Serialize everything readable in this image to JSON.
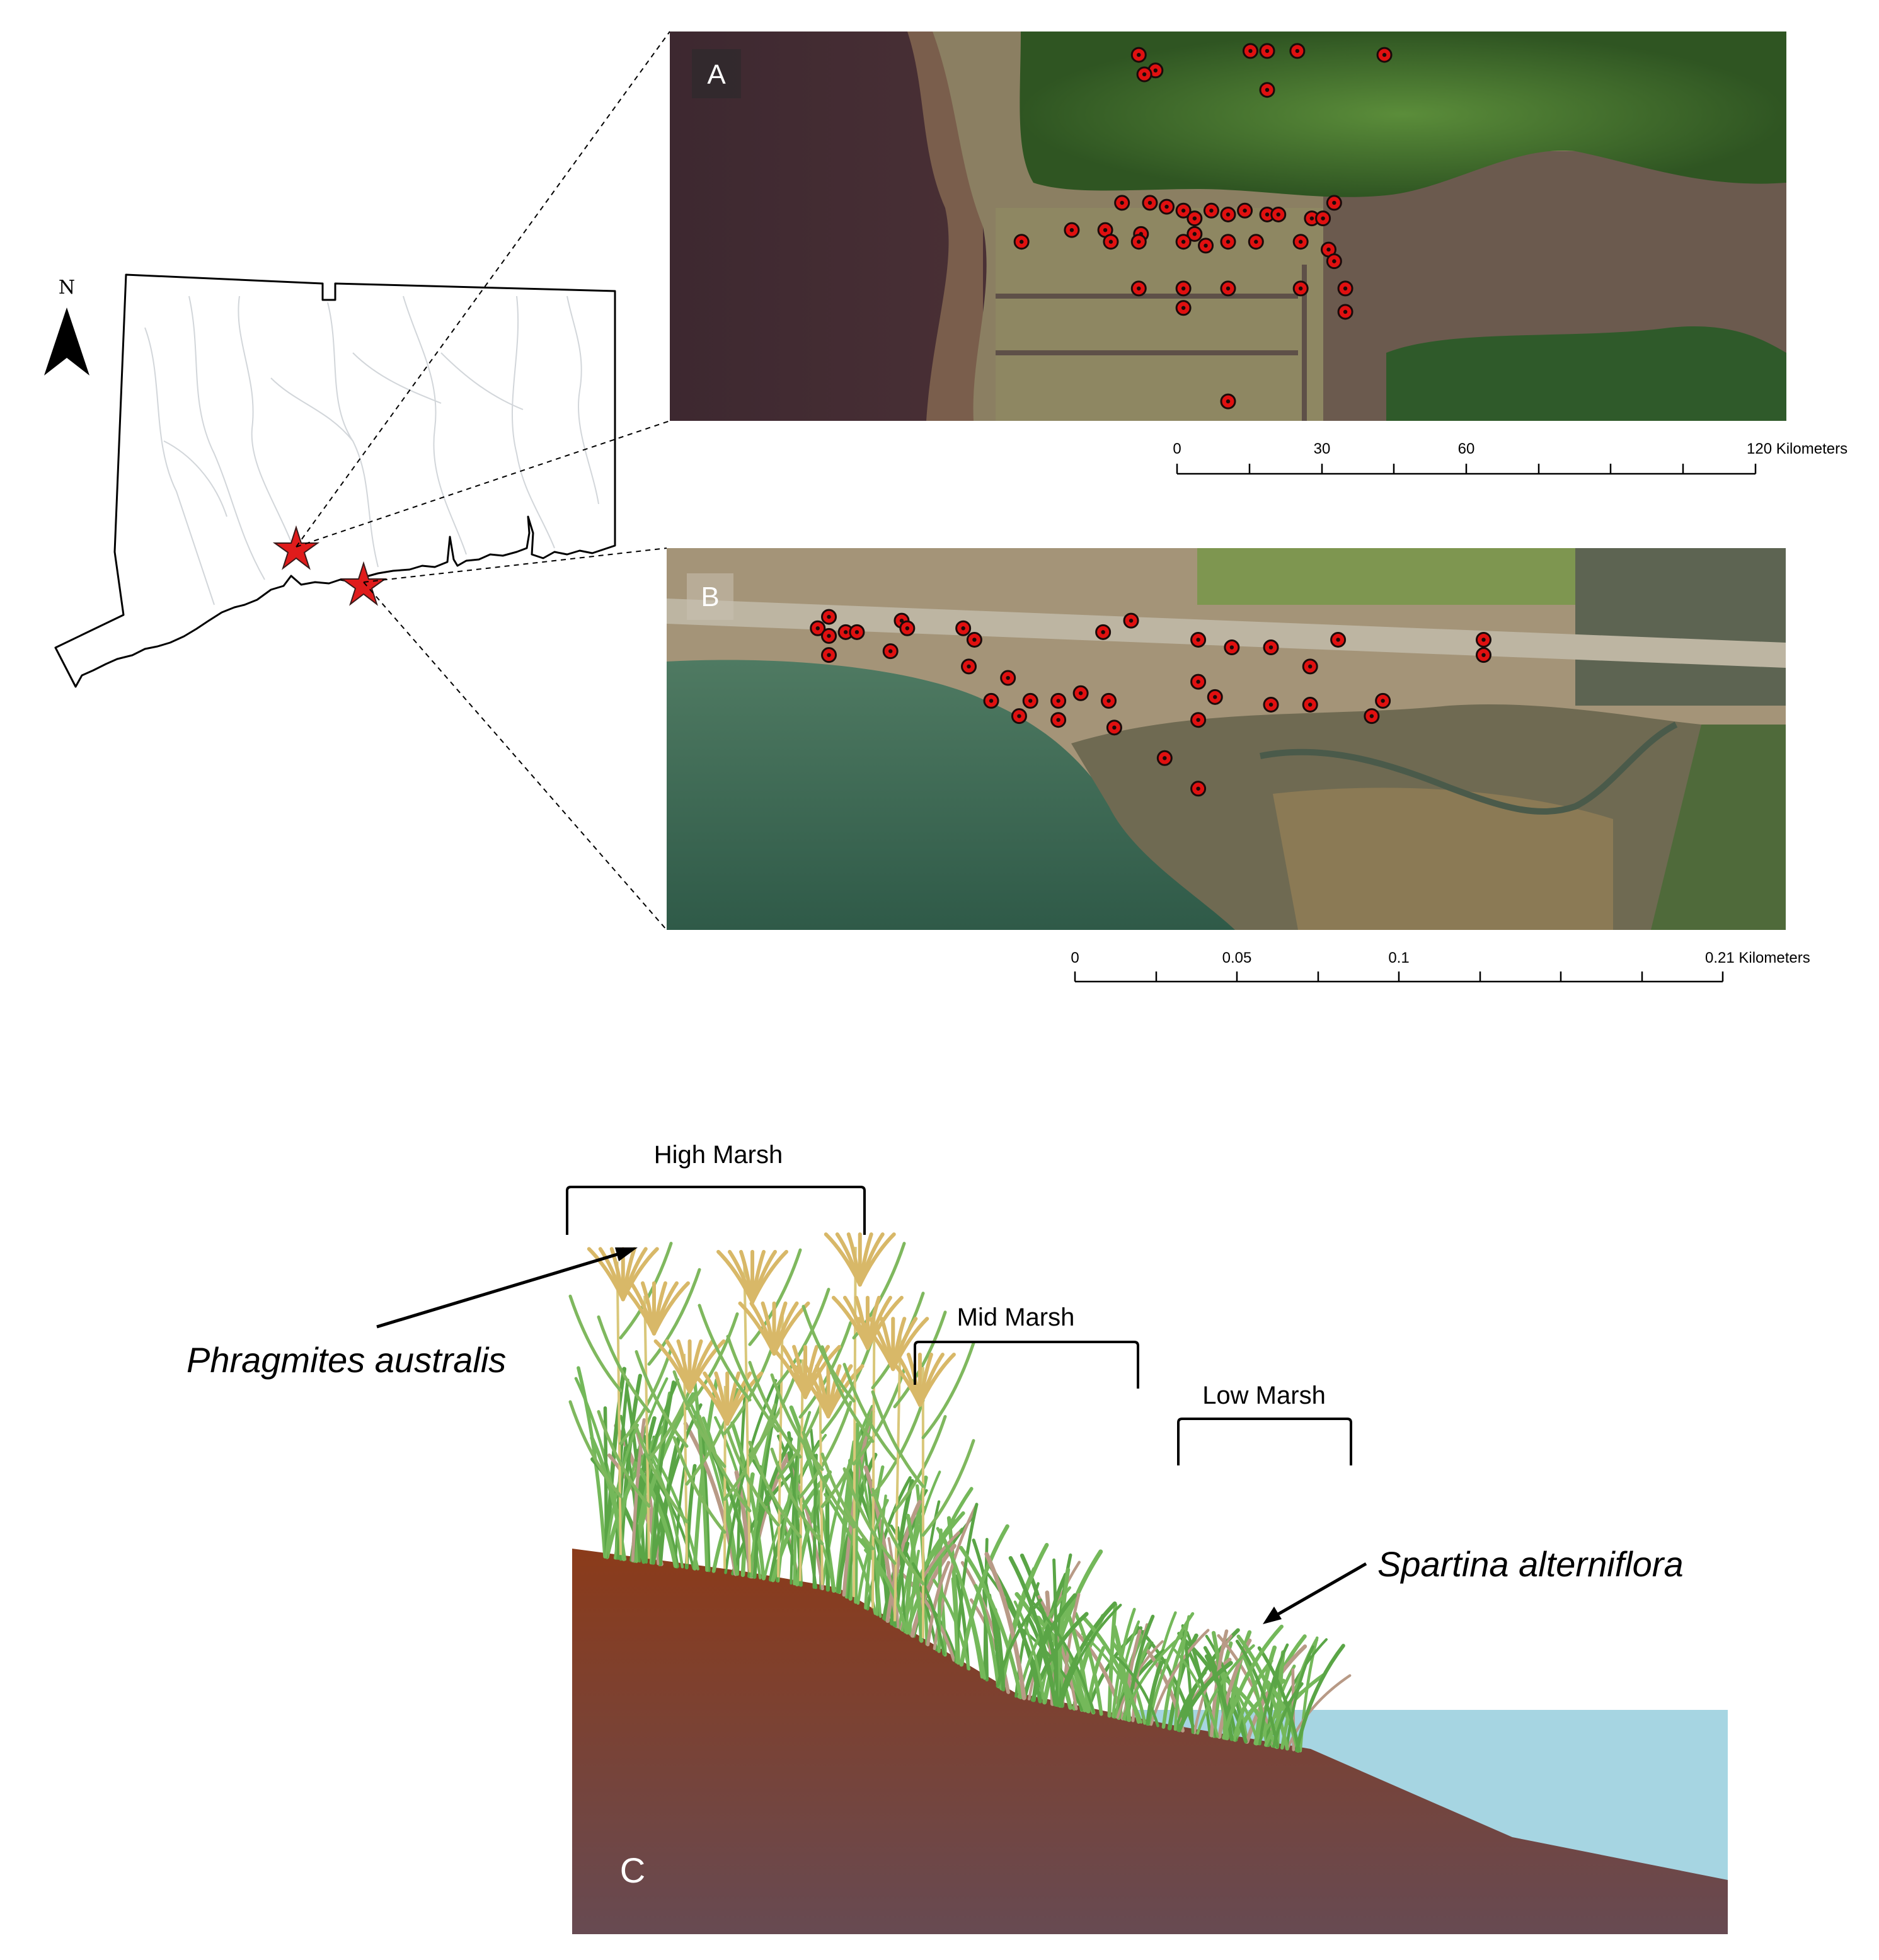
{
  "north_label": "N",
  "panels": {
    "a": {
      "label": "A"
    },
    "b": {
      "label": "B"
    },
    "c": {
      "label": "C"
    }
  },
  "scalebar_a": {
    "ticks": [
      "0",
      "30",
      "60",
      "120 Kilometers"
    ]
  },
  "scalebar_b": {
    "ticks": [
      "0",
      "0.05",
      "0.1",
      "0.21 Kilometers"
    ]
  },
  "zones": {
    "high": "High Marsh",
    "mid": "Mid Marsh",
    "low": "Low Marsh"
  },
  "species": {
    "phragmites": "Phragmites australis",
    "spartina": "Spartina alterniflora"
  },
  "colors": {
    "star": "#e01b1b",
    "point": "#e01010",
    "water_deep": "#4a2d34",
    "marsh": "#8a7f62",
    "forest": "#3f6b2a",
    "sound": "#3d6a55",
    "soil_top": "#8b3b1a",
    "soil_bottom": "#674a52",
    "tide_water": "#a6d5e2"
  },
  "site_points": {
    "a": [
      [
        0.42,
        0.06
      ],
      [
        0.52,
        0.05
      ],
      [
        0.535,
        0.05
      ],
      [
        0.562,
        0.05
      ],
      [
        0.64,
        0.06
      ],
      [
        0.435,
        0.1
      ],
      [
        0.425,
        0.11
      ],
      [
        0.535,
        0.15
      ],
      [
        0.36,
        0.51
      ],
      [
        0.39,
        0.51
      ],
      [
        0.405,
        0.44
      ],
      [
        0.422,
        0.52
      ],
      [
        0.43,
        0.44
      ],
      [
        0.445,
        0.45
      ],
      [
        0.46,
        0.46
      ],
      [
        0.47,
        0.48
      ],
      [
        0.485,
        0.46
      ],
      [
        0.5,
        0.47
      ],
      [
        0.515,
        0.46
      ],
      [
        0.535,
        0.47
      ],
      [
        0.545,
        0.47
      ],
      [
        0.575,
        0.48
      ],
      [
        0.585,
        0.48
      ],
      [
        0.595,
        0.44
      ],
      [
        0.47,
        0.52
      ],
      [
        0.48,
        0.55
      ],
      [
        0.315,
        0.54
      ],
      [
        0.395,
        0.54
      ],
      [
        0.42,
        0.54
      ],
      [
        0.46,
        0.54
      ],
      [
        0.5,
        0.54
      ],
      [
        0.525,
        0.54
      ],
      [
        0.565,
        0.54
      ],
      [
        0.59,
        0.56
      ],
      [
        0.595,
        0.59
      ],
      [
        0.42,
        0.66
      ],
      [
        0.46,
        0.66
      ],
      [
        0.5,
        0.66
      ],
      [
        0.565,
        0.66
      ],
      [
        0.605,
        0.66
      ],
      [
        0.46,
        0.71
      ],
      [
        0.605,
        0.72
      ],
      [
        0.5,
        0.95
      ]
    ],
    "b": [
      [
        0.145,
        0.18
      ],
      [
        0.135,
        0.21
      ],
      [
        0.145,
        0.23
      ],
      [
        0.16,
        0.22
      ],
      [
        0.17,
        0.22
      ],
      [
        0.21,
        0.19
      ],
      [
        0.215,
        0.21
      ],
      [
        0.2,
        0.27
      ],
      [
        0.145,
        0.28
      ],
      [
        0.265,
        0.21
      ],
      [
        0.275,
        0.24
      ],
      [
        0.27,
        0.31
      ],
      [
        0.305,
        0.34
      ],
      [
        0.29,
        0.4
      ],
      [
        0.325,
        0.4
      ],
      [
        0.35,
        0.4
      ],
      [
        0.37,
        0.38
      ],
      [
        0.395,
        0.4
      ],
      [
        0.315,
        0.44
      ],
      [
        0.35,
        0.45
      ],
      [
        0.39,
        0.22
      ],
      [
        0.415,
        0.19
      ],
      [
        0.475,
        0.24
      ],
      [
        0.505,
        0.26
      ],
      [
        0.54,
        0.26
      ],
      [
        0.6,
        0.24
      ],
      [
        0.575,
        0.31
      ],
      [
        0.475,
        0.35
      ],
      [
        0.49,
        0.39
      ],
      [
        0.54,
        0.41
      ],
      [
        0.575,
        0.41
      ],
      [
        0.475,
        0.45
      ],
      [
        0.4,
        0.47
      ],
      [
        0.445,
        0.55
      ],
      [
        0.475,
        0.63
      ],
      [
        0.63,
        0.44
      ],
      [
        0.64,
        0.4
      ],
      [
        0.73,
        0.24
      ],
      [
        0.73,
        0.28
      ]
    ]
  }
}
